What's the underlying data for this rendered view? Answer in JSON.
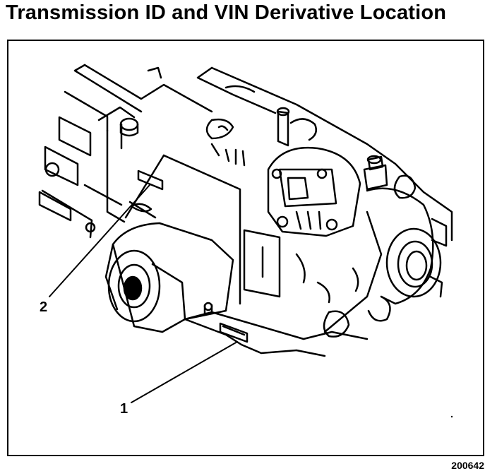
{
  "title": "Transmission ID and VIN Derivative Location",
  "callouts": [
    {
      "label": "1"
    },
    {
      "label": "2"
    }
  ],
  "figure_id": "200642"
}
